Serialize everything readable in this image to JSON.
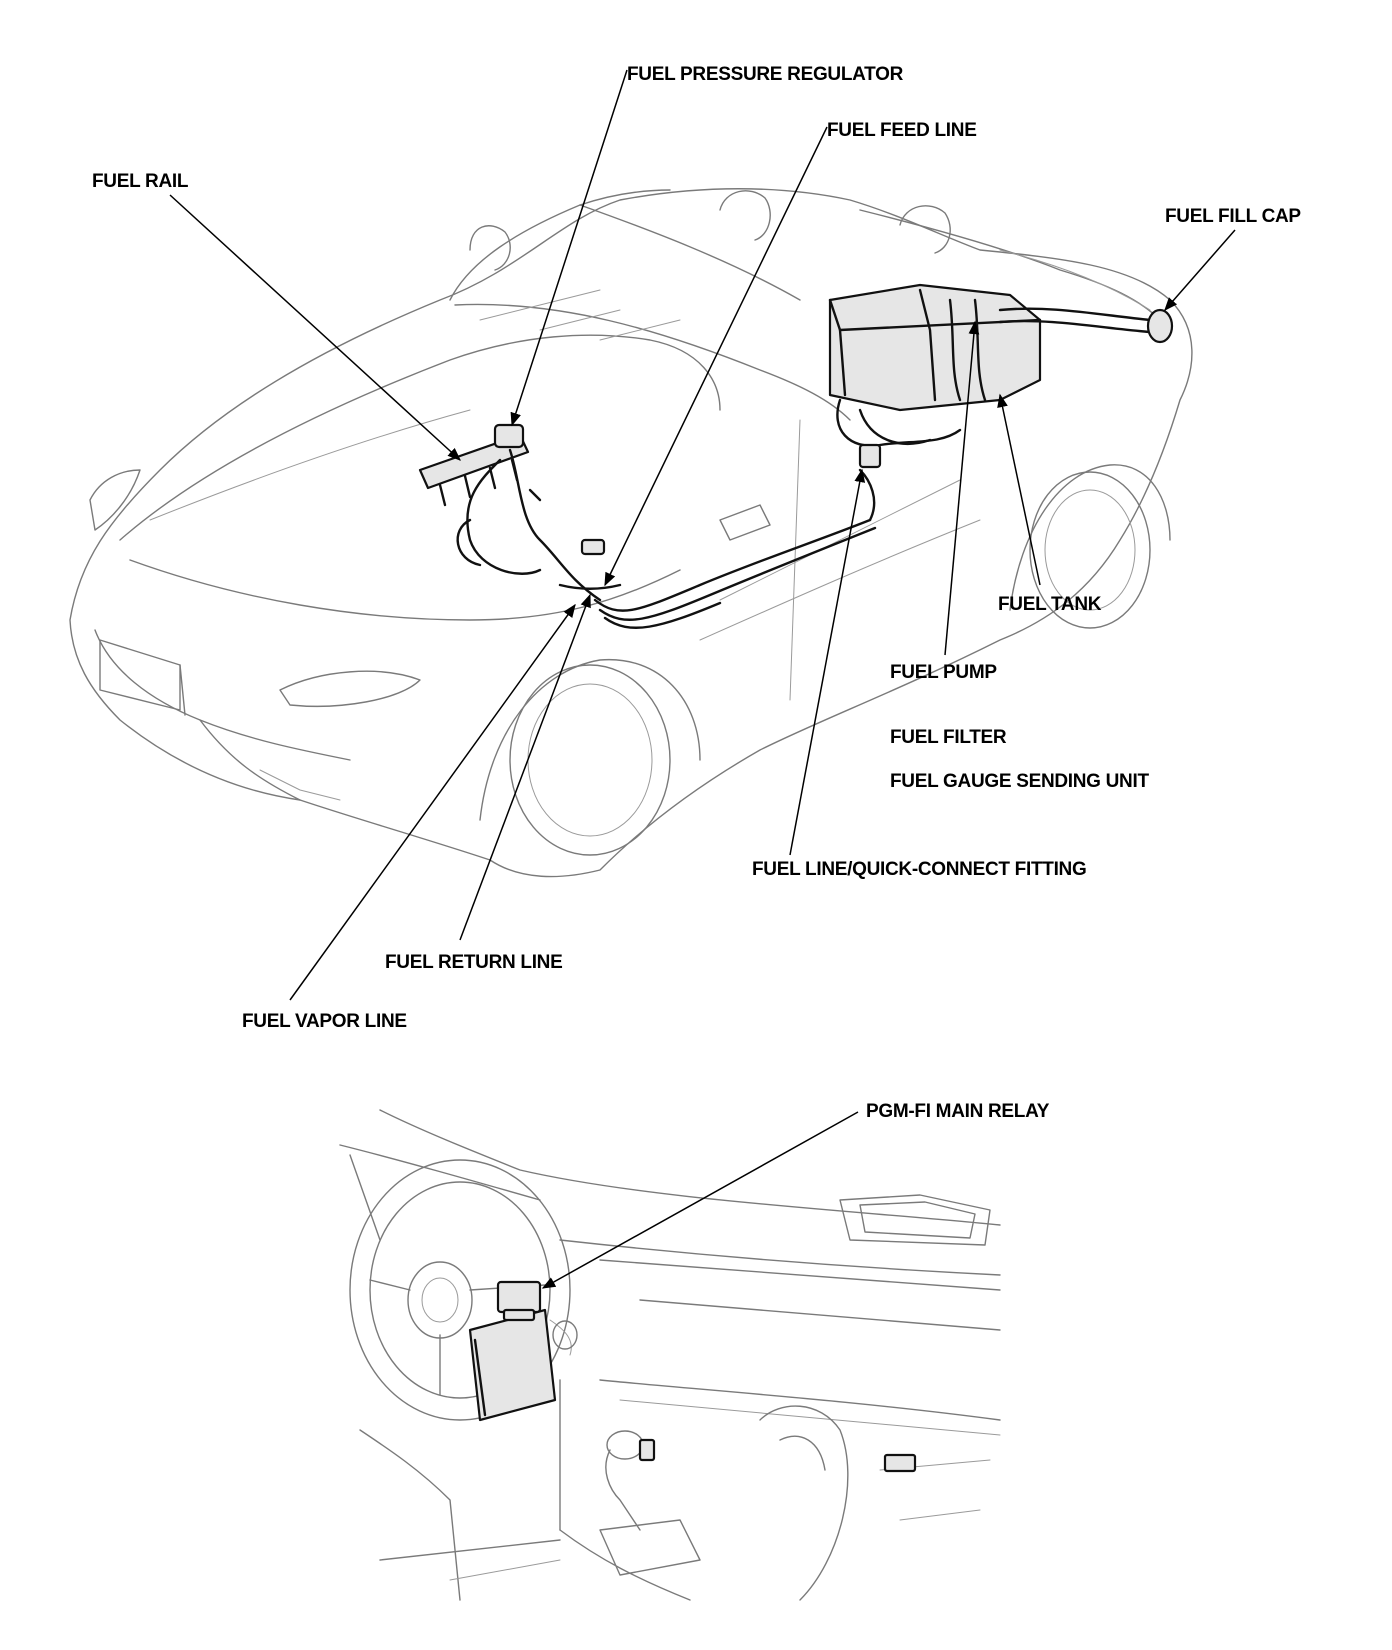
{
  "labels": {
    "fuel_pressure_regulator": "FUEL PRESSURE REGULATOR",
    "fuel_feed_line": "FUEL FEED LINE",
    "fuel_rail": "FUEL RAIL",
    "fuel_fill_cap": "FUEL FILL CAP",
    "fuel_tank": "FUEL TANK",
    "fuel_pump": "FUEL PUMP",
    "fuel_filter": "FUEL FILTER",
    "fuel_gauge_sending_unit": "FUEL GAUGE SENDING UNIT",
    "fuel_line_quick_connect": "FUEL LINE/QUICK-CONNECT FITTING",
    "fuel_return_line": "FUEL RETURN LINE",
    "fuel_vapor_line": "FUEL VAPOR LINE",
    "pgm_fi_main_relay": "PGM-FI MAIN RELAY"
  }
}
